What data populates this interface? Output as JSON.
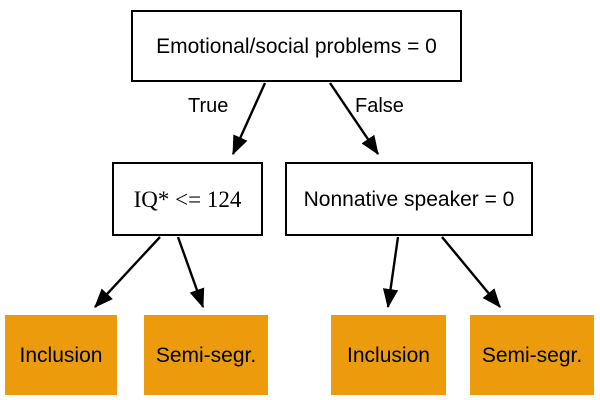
{
  "diagram": {
    "type": "decision-tree",
    "title": "",
    "background_color": "#ffffff",
    "leaf_color": "#eb9b0c",
    "node_border_color": "#000000",
    "edge_color": "#000000",
    "nodes": [
      {
        "id": "root",
        "label": "Emotional/social problems = 0",
        "kind": "decision"
      },
      {
        "id": "iq",
        "label": "IQ* <= 124",
        "kind": "decision"
      },
      {
        "id": "nonnative",
        "label": "Nonnative speaker = 0",
        "kind": "decision"
      },
      {
        "id": "leaf0",
        "label": "Inclusion",
        "kind": "leaf"
      },
      {
        "id": "leaf1",
        "label": "Semi-segr.",
        "kind": "leaf"
      },
      {
        "id": "leaf2",
        "label": "Inclusion",
        "kind": "leaf"
      },
      {
        "id": "leaf3",
        "label": "Semi-segr.",
        "kind": "leaf"
      }
    ],
    "edges": [
      {
        "from": "root",
        "to": "iq",
        "label": "True"
      },
      {
        "from": "root",
        "to": "nonnative",
        "label": "False"
      },
      {
        "from": "iq",
        "to": "leaf0",
        "label": ""
      },
      {
        "from": "iq",
        "to": "leaf1",
        "label": ""
      },
      {
        "from": "nonnative",
        "to": "leaf2",
        "label": ""
      },
      {
        "from": "nonnative",
        "to": "leaf3",
        "label": ""
      }
    ],
    "edge_labels": {
      "true": "True",
      "false": "False"
    }
  }
}
